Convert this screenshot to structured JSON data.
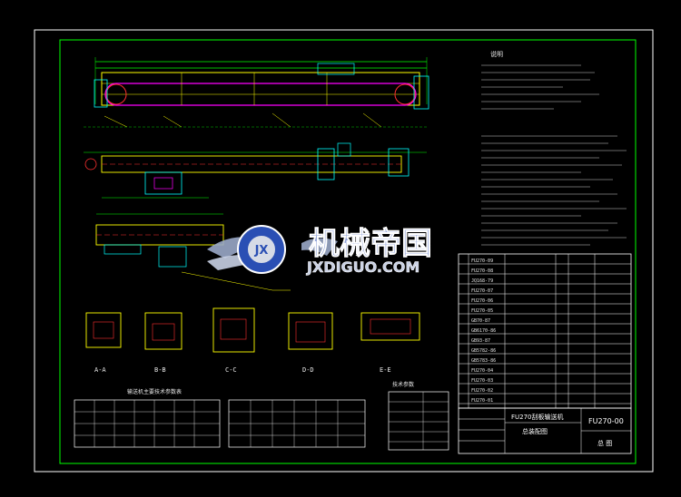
{
  "colors": {
    "background": "#000000",
    "frame": "#ffffff",
    "border": "#00ff00",
    "line_yellow": "#ffff00",
    "line_magenta": "#ff00ff",
    "line_red": "#ff3030",
    "line_cyan": "#00ffff",
    "text": "#e8e8e8",
    "logo_blue": "#2a4fb4"
  },
  "drawing": {
    "notes_heading": "说明",
    "title_block": {
      "drawing_number": "FU270-00",
      "title_line1": "FU270刮板输送机",
      "title_line2": "总装配图",
      "sheet_label": "总 图"
    },
    "bom_codes": [
      "FU270-09",
      "FU270-08",
      "JQ168-79",
      "FU270-07",
      "FU270-06",
      "FU270-05",
      "GB70-87",
      "GB6170-86",
      "GB93-87",
      "GB5782-86",
      "GB5783-86",
      "FU270-04",
      "FU270-03",
      "FU270-02",
      "FU270-01"
    ],
    "section_labels": [
      "A-A",
      "B-B",
      "C-C",
      "D-D",
      "E-E"
    ],
    "table1_title": "输送机主要技术参数表",
    "table2_title": "技术参数"
  },
  "watermark": {
    "chinese": "机械帝国",
    "latin": "JXDIGUO.COM",
    "emblem_letters": "JX"
  }
}
